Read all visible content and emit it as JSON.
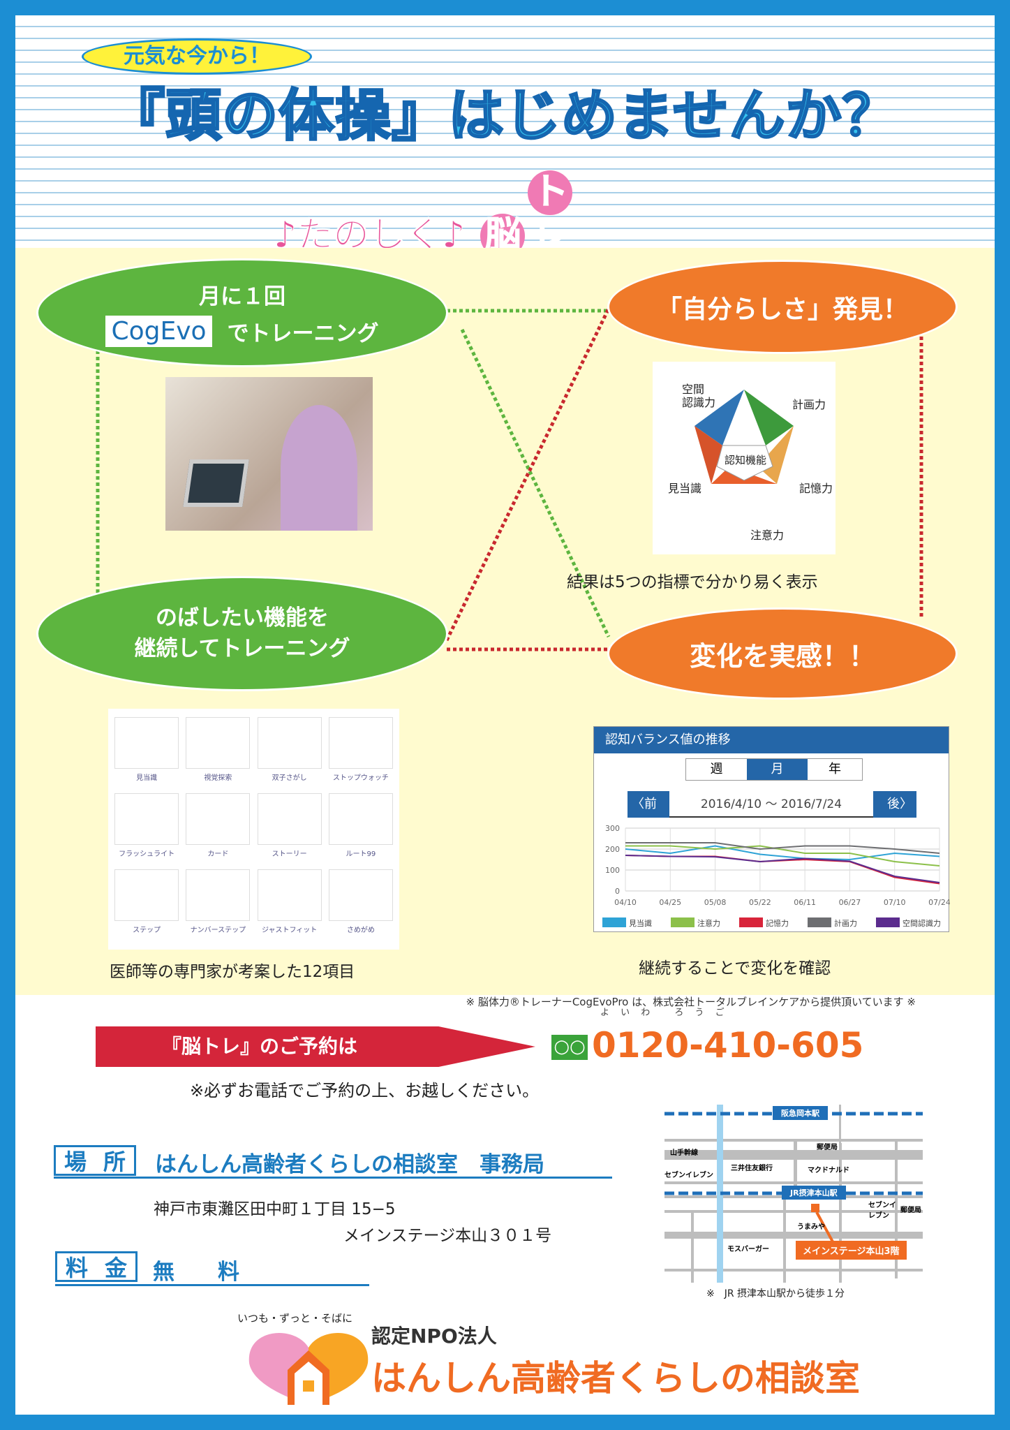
{
  "header": {
    "tagline": "元気な今から！",
    "title": "『頭の体操』はじめませんか？",
    "subtitle_prefix": "♪たのしく♪",
    "subtitle_b1": "脳",
    "subtitle_b2": "トレ"
  },
  "steps": {
    "s1_line1": "月に１回",
    "s1_logo": "CogEvo",
    "s1_line2": "でトレーニング",
    "s2": "「自分らしさ」発見！",
    "s3_line1": "のばしたい機能を",
    "s3_line2": "継続してトレーニング",
    "s4": "変化を実感！！"
  },
  "pentagon": {
    "center": "認知機能",
    "labels": [
      "空間\n認識力",
      "計画力",
      "記憶力",
      "注意力",
      "見当識"
    ],
    "caption": "結果は5つの指標で分かり易く表示"
  },
  "games": {
    "items": [
      "見当識",
      "視覚探索",
      "双子さがし",
      "ストップウォッチ",
      "フラッシュライト",
      "カード",
      "ストーリー",
      "ルート99",
      "ステップ",
      "ナンバーステップ",
      "ジャストフィット",
      "さめがめ"
    ],
    "caption": "医師等の専門家が考案した12項目"
  },
  "chart_data": {
    "type": "line",
    "title": "認知バランス値の推移",
    "tabs": [
      "週",
      "月",
      "年"
    ],
    "active_tab": "月",
    "prev": "〈前",
    "next": "後〉",
    "range": "2016/4/10 ～ 2016/7/24",
    "x": [
      "04/10",
      "04/25",
      "05/08",
      "05/22",
      "06/11",
      "06/27",
      "07/10",
      "07/24"
    ],
    "yticks": [
      0,
      100,
      200,
      300
    ],
    "ylim": [
      0,
      300
    ],
    "series": [
      {
        "name": "見当識",
        "color": "#2ea3d6",
        "values": [
          200,
          180,
          215,
          175,
          155,
          150,
          180,
          165
        ]
      },
      {
        "name": "注意力",
        "color": "#8cc04a",
        "values": [
          215,
          215,
          200,
          215,
          180,
          180,
          140,
          120
        ]
      },
      {
        "name": "記憶力",
        "color": "#d8243a",
        "values": [
          170,
          165,
          165,
          140,
          150,
          140,
          65,
          35
        ]
      },
      {
        "name": "計画力",
        "color": "#6d6e71",
        "values": [
          230,
          230,
          230,
          200,
          215,
          215,
          200,
          180
        ]
      },
      {
        "name": "空間認識力",
        "color": "#5b2c8e",
        "values": [
          170,
          165,
          163,
          140,
          155,
          142,
          70,
          40
        ]
      }
    ],
    "caption": "継続することで変化を確認"
  },
  "note": "※ 脳体力®トレーナーCogEvoPro は、株式会社トータルブレインケアから提供頂いています ※",
  "reserve": {
    "banner": "『脳トレ』のご予約は",
    "phone": "0120-410-605",
    "ruby": "よ い わ　 ろ う ご",
    "notice": "※必ずお電話でご予約の上、お越しください。"
  },
  "place": {
    "label1": "場",
    "label2": "所",
    "name": "はんしん高齢者くらしの相談室　事務局",
    "addr1": "神戸市東灘区田中町１丁目 15−5",
    "addr2": "メインステージ本山３０１号"
  },
  "fee": {
    "label1": "料",
    "label2": "金",
    "value": "無　　料"
  },
  "map": {
    "station1": "阪急岡本駅",
    "station2": "JR摂津本山駅",
    "road": "山手幹線",
    "pois": [
      "郵便局",
      "セブンイレブン",
      "三井住友銀行",
      "マクドナルド",
      "セブンイレブン",
      "郵便局",
      "うまみや",
      "モスバーガー"
    ],
    "dest": "メインステージ本山3階",
    "walk": "※　JR 摂津本山駅から徒歩１分"
  },
  "org": {
    "slogan": "いつも・ずっと・そばに",
    "type": "認定NPO法人",
    "name": "はんしん高齢者くらしの相談室"
  },
  "colors": {
    "blue": "#1c8ed3",
    "green": "#5db53f",
    "orange": "#f07a2a",
    "yellow": "#fffbcf",
    "pink": "#e8559a"
  }
}
